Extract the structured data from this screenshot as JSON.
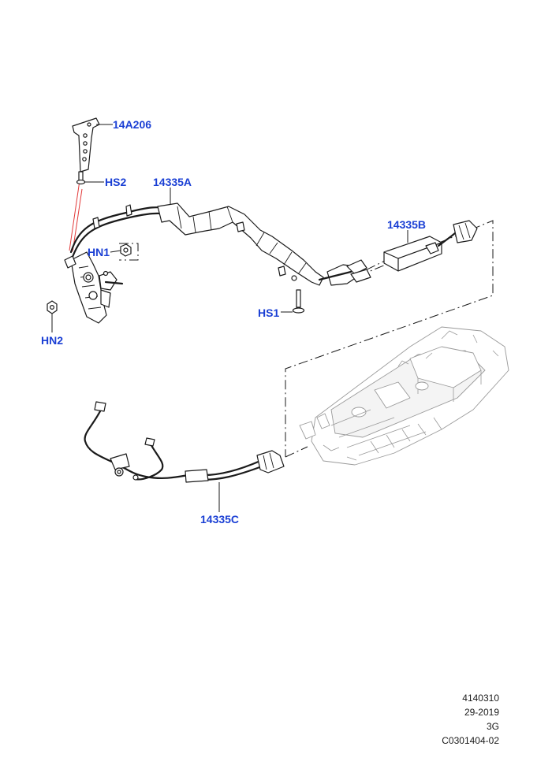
{
  "callouts": {
    "bracket_top": "14A206",
    "screw_hs2": "HS2",
    "harness_a": "14335A",
    "module_b": "14335B",
    "nut_hn1": "HN1",
    "screw_hs1": "HS1",
    "nut_hn2": "HN2",
    "harness_c": "14335C"
  },
  "footer": {
    "illustration_number": "4140310",
    "date": "29-2019",
    "revision": "3G",
    "reference": "C0301404-02"
  },
  "colors": {
    "callout_text": "#1a3fd4",
    "line_art": "#1a1a1a",
    "ghost_part": "#9a9a9a",
    "red_guide_line": "#e23a3a"
  }
}
